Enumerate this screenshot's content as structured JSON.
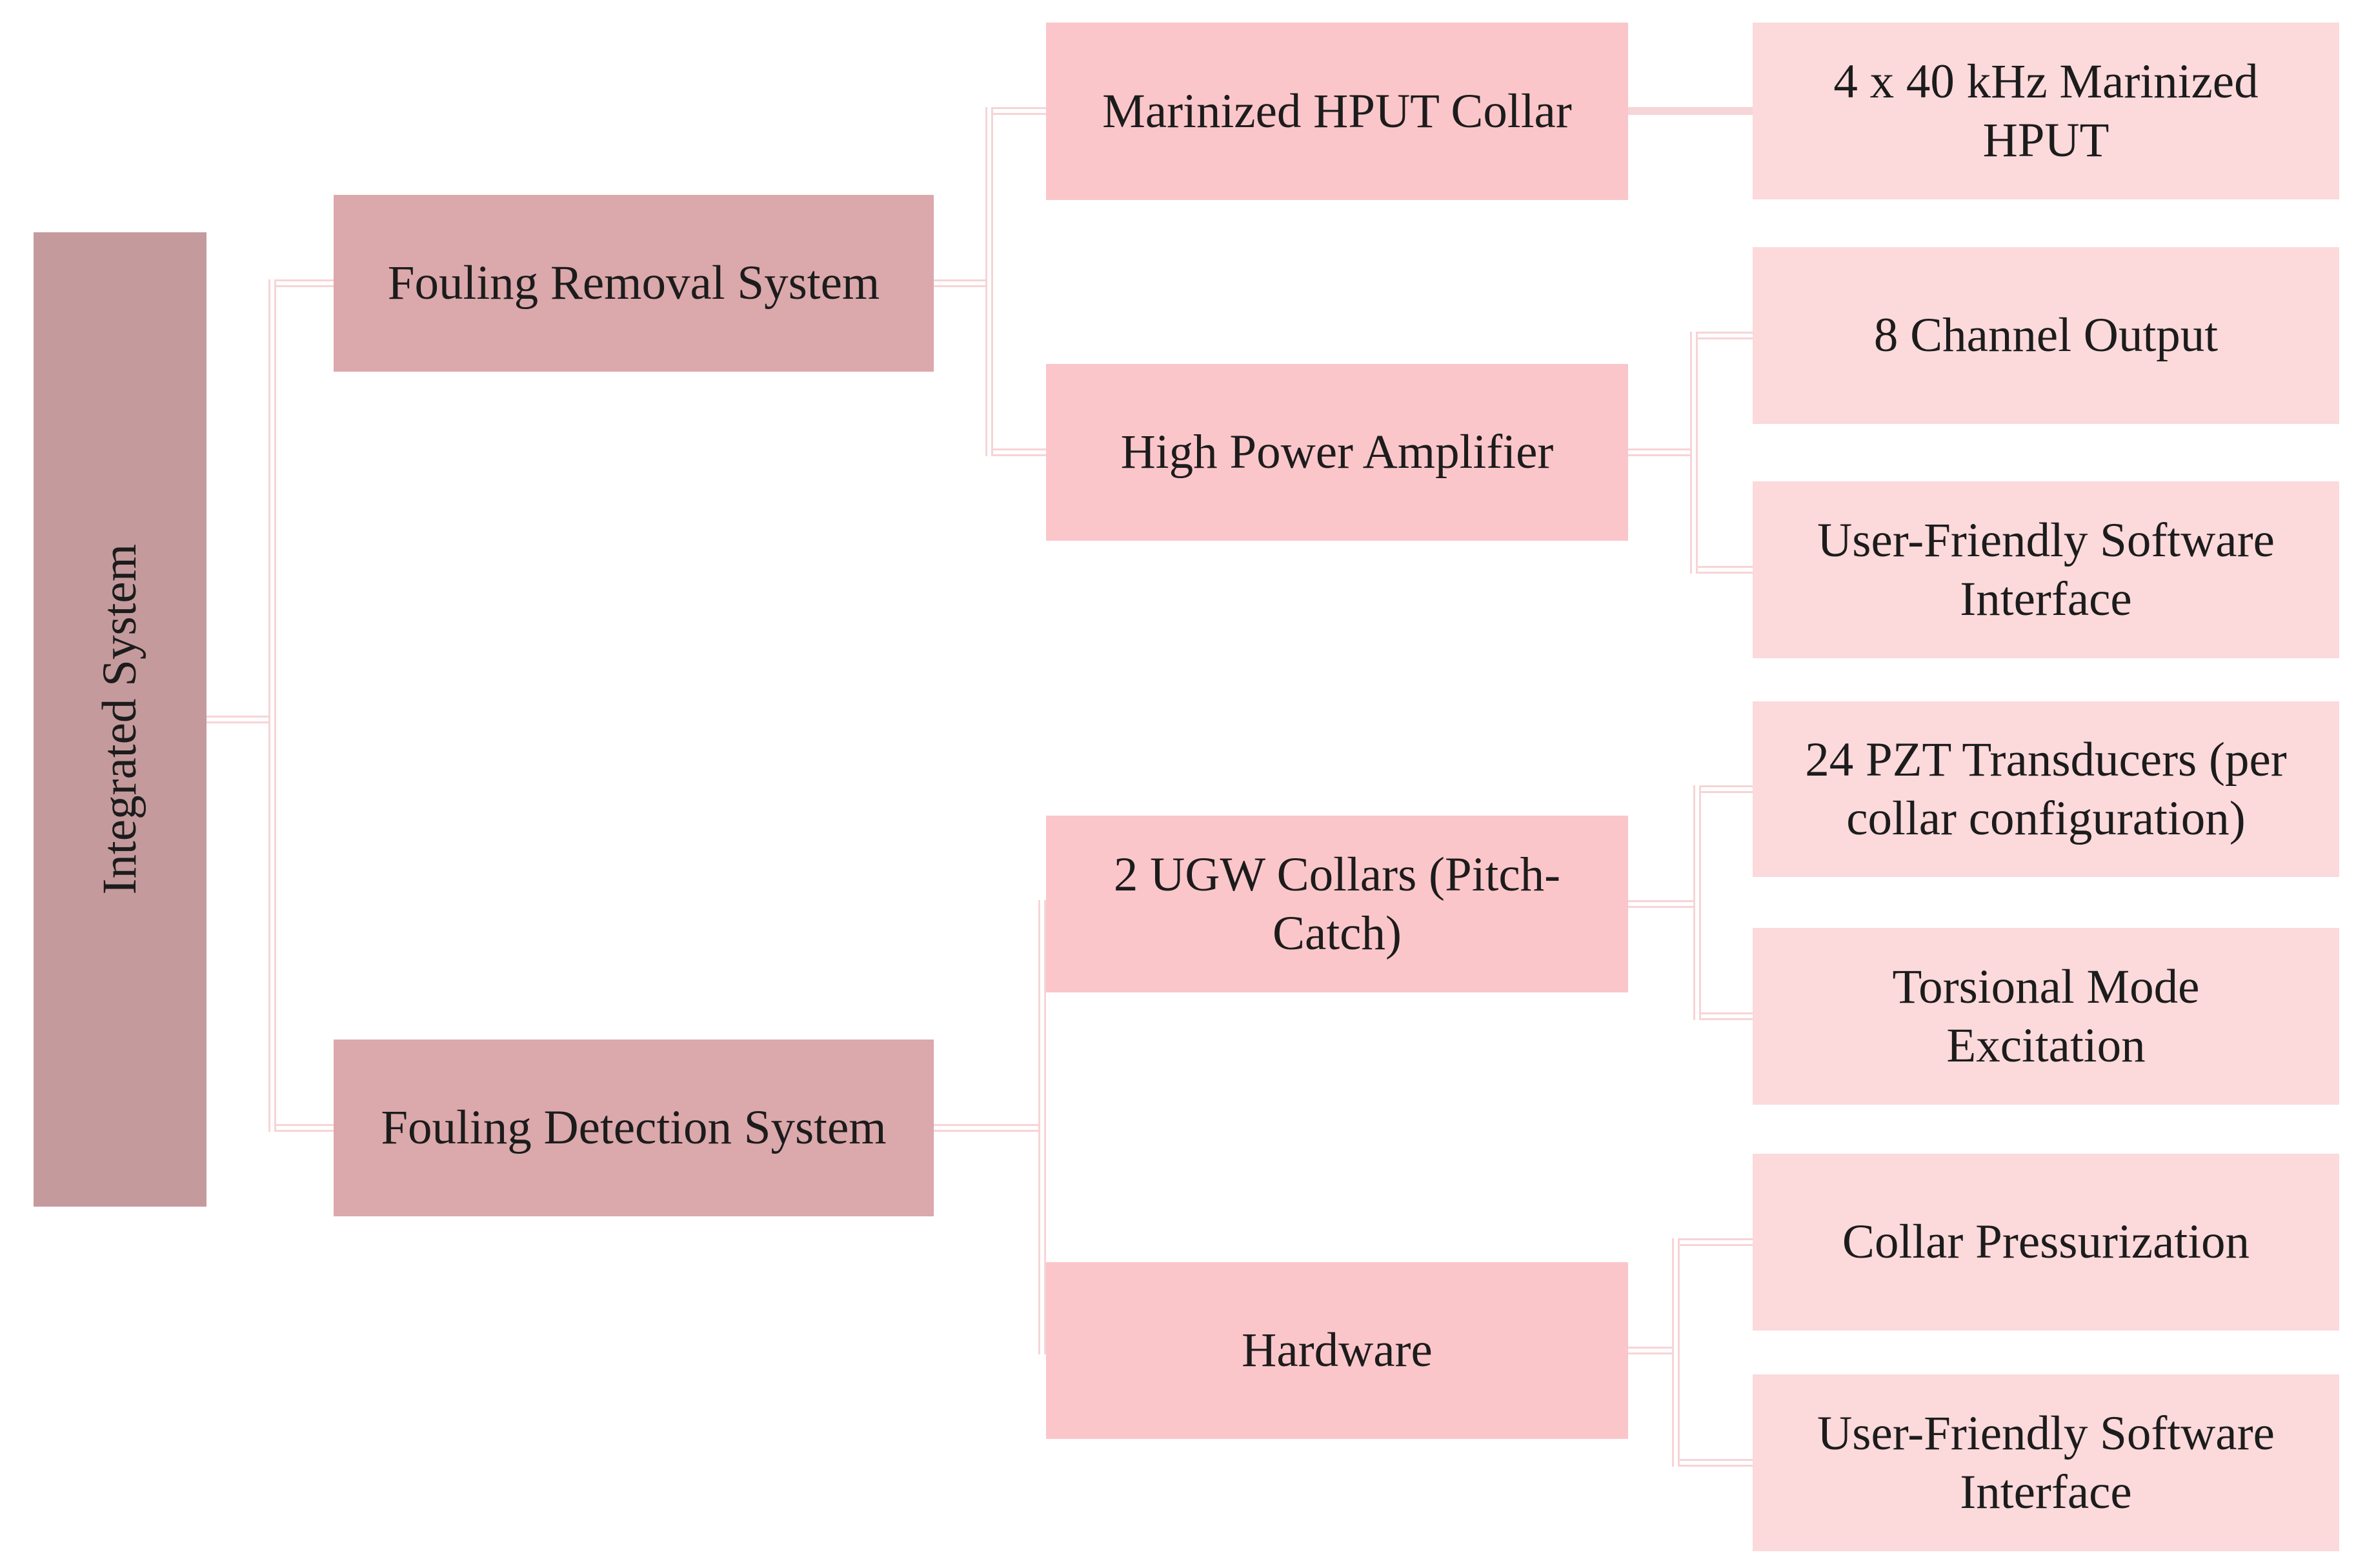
{
  "colors": {
    "level1": "#C59A9D",
    "level2": "#DBA8AB",
    "level3": "#FBC6CA",
    "level4": "#FCD9DB",
    "line": "#F7D4D7",
    "text": "#1C1C1C",
    "background": "#FFFFFF"
  },
  "nodes": {
    "integrated_system": {
      "label": "Integrated System"
    },
    "fouling_removal": {
      "label": "Fouling Removal System"
    },
    "fouling_detection": {
      "label": "Fouling Detection System"
    },
    "marinized_hput_collar": {
      "label": "Marinized HPUT Collar"
    },
    "high_power_amplifier": {
      "label": "High Power Amplifier"
    },
    "ugw_collars": {
      "label": "2 UGW Collars (Pitch-\nCatch)"
    },
    "hardware": {
      "label": "Hardware"
    },
    "marinized_hput_4x40": {
      "label": "4 x 40 kHz Marinized\nHPUT"
    },
    "channel_output": {
      "label": "8 Channel Output"
    },
    "software_interface_top": {
      "label": "User-Friendly Software\nInterface"
    },
    "pzt_transducers": {
      "label": "24 PZT Transducers (per\ncollar configuration)"
    },
    "torsional_mode": {
      "label": "Torsional Mode\nExcitation"
    },
    "collar_pressurization": {
      "label": "Collar Pressurization"
    },
    "software_interface_bottom": {
      "label": "User-Friendly Software\nInterface"
    }
  },
  "tree": {
    "root": "Integrated System",
    "children": [
      {
        "label": "Fouling Removal System",
        "children": [
          {
            "label": "Marinized HPUT Collar",
            "children": [
              {
                "label": "4 x 40 kHz Marinized HPUT"
              }
            ]
          },
          {
            "label": "High Power Amplifier",
            "children": [
              {
                "label": "8 Channel Output"
              },
              {
                "label": "User-Friendly Software Interface"
              }
            ]
          }
        ]
      },
      {
        "label": "Fouling Detection System",
        "children": [
          {
            "label": "2 UGW Collars (Pitch-Catch)",
            "children": [
              {
                "label": "24 PZT Transducers (per collar configuration)"
              },
              {
                "label": "Torsional Mode Excitation"
              }
            ]
          },
          {
            "label": "Hardware",
            "children": [
              {
                "label": "Collar Pressurization"
              },
              {
                "label": "User-Friendly Software Interface"
              }
            ]
          }
        ]
      }
    ]
  }
}
